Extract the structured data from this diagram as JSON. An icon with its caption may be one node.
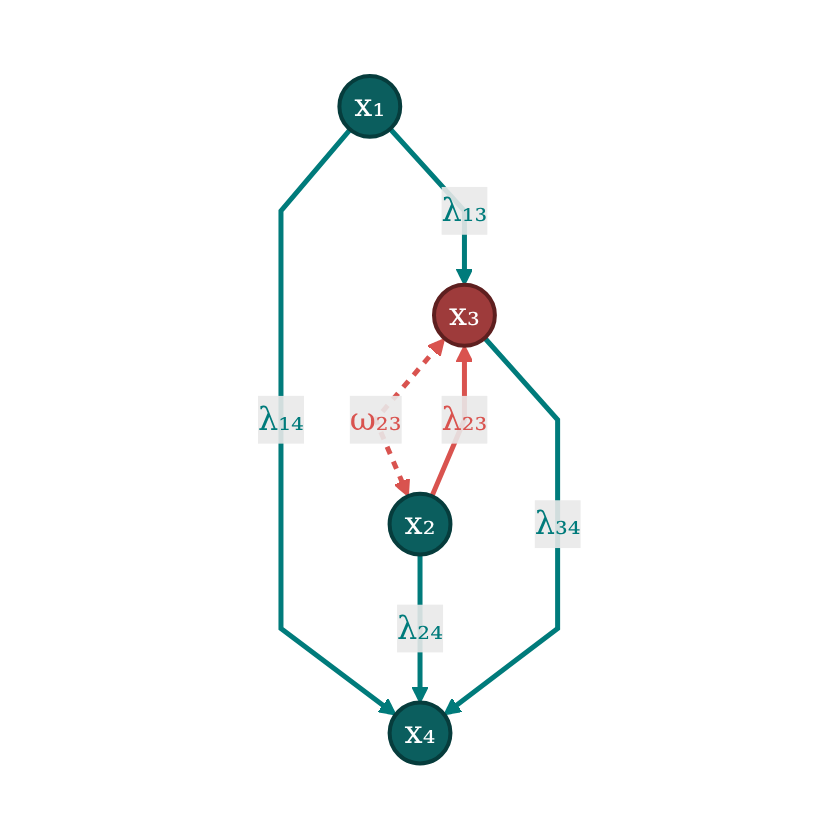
{
  "diagram": {
    "nodes": [
      {
        "text": [
          "x₁"
        ]
      },
      {
        "text": [
          "x₂"
        ]
      },
      {
        "text": [
          "x₃"
        ]
      },
      {
        "text": [
          "x₄"
        ]
      }
    ],
    "edges": [
      {
        "from": 0,
        "to": 2,
        "arrow": "to",
        "label": "λ₁₃"
      },
      {
        "from": 0,
        "to": 3,
        "arrow": "to",
        "label": "λ₁₄"
      },
      {
        "from": 1,
        "to": 2,
        "arrow": "to",
        "label": "λ₂₃",
        "color": "#d9534f"
      },
      {
        "from": 1,
        "to": 3,
        "arrow": "to",
        "label": "λ₂₄"
      },
      {
        "from": 2,
        "to": 3,
        "arrow": "to",
        "label": "λ₃₄"
      },
      {
        "from": 2,
        "to": 1,
        "arrow": "both",
        "label": "ω₂₃",
        "style": "dashed",
        "color": "#d9534f"
      }
    ]
  }
}
